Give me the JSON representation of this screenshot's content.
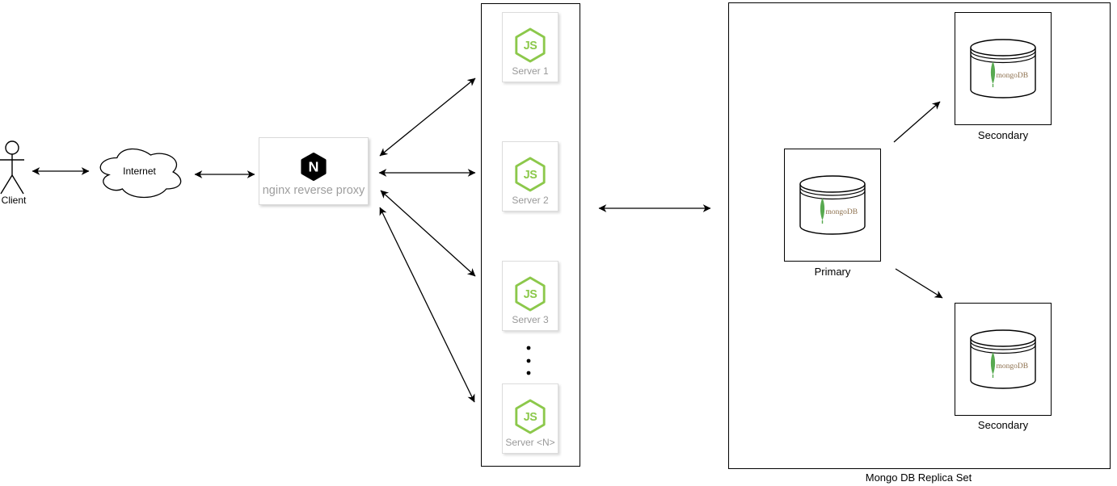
{
  "diagram": {
    "client": {
      "label": "Client"
    },
    "internet": {
      "label": "Internet"
    },
    "nginx": {
      "label": "nginx reverse proxy",
      "logo_letter": "N"
    },
    "servers": {
      "logo_text": "JS",
      "items": [
        {
          "label": "Server 1"
        },
        {
          "label": "Server 2"
        },
        {
          "label": "Server 3"
        },
        {
          "label": "Server <N>"
        }
      ]
    },
    "mongo": {
      "title": "Mongo DB Replica Set",
      "logo_text": "mongoDB",
      "nodes": [
        {
          "label": "Secondary"
        },
        {
          "label": "Primary"
        },
        {
          "label": "Secondary"
        }
      ]
    },
    "colors": {
      "nodejs_green": "#8CC84B",
      "mongo_leaf_green": "#58AA50",
      "mongo_text_brown": "#8E714F",
      "muted_label_gray": "#999999",
      "connector_black": "#000000"
    }
  }
}
